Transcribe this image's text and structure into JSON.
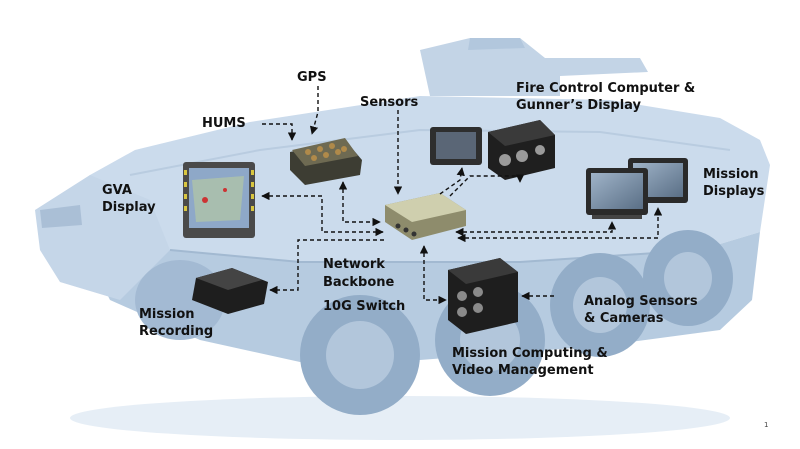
{
  "labels": {
    "gps": "GPS",
    "hums": "HUMS",
    "sensors": "Sensors",
    "fire_control_line1": "Fire Control Computer &",
    "fire_control_line2": "Gunner’s Display",
    "gva_line1": "GVA",
    "gva_line2": "Display",
    "mission_displays_line1": "Mission",
    "mission_displays_line2": "Displays",
    "network_line1": "Network",
    "network_line2": "Backbone",
    "network_line3": "10G Switch",
    "mission_recording_line1": "Mission",
    "mission_recording_line2": "Recording",
    "analog_line1": "Analog Sensors",
    "analog_line2": "& Cameras",
    "computing_line1": "Mission Computing &",
    "computing_line2": "Video Management"
  },
  "page_number": "1",
  "colors": {
    "vehicle": "#c9d9ea",
    "vehicle_shadow": "#a9c0d8",
    "wheel": "#8ea9c6",
    "connector": "#111111",
    "switch_body": "#c8c8a8"
  }
}
